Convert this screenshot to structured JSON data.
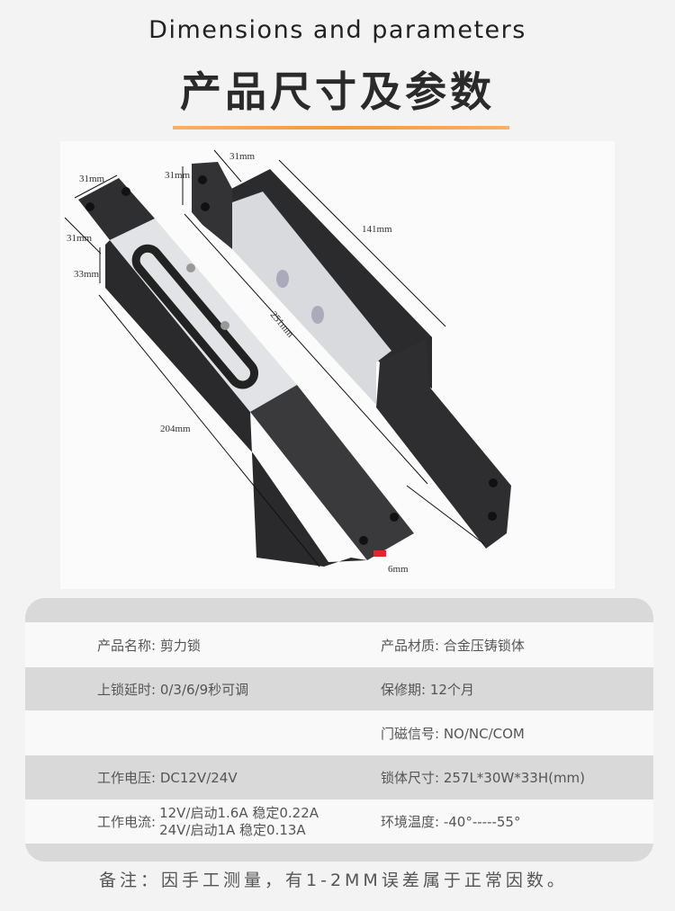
{
  "header": {
    "title_en": "Dimensions and parameters",
    "title_cn": "产品尺寸及参数"
  },
  "photo": {
    "dimensions": {
      "left_width": "31mm",
      "left_plate": "31mm",
      "left_height": "33mm",
      "left_length": "204mm",
      "overall_length": "251mm",
      "right_width": "31mm",
      "right_plate": "31mm",
      "right_length": "141mm",
      "gap": "6mm"
    },
    "colors": {
      "body_dark": "#2e2e30",
      "body_silver": "#dcdde0",
      "marker": "#e8232a"
    }
  },
  "specs": {
    "rows": [
      {
        "left": "产品名称:  剪力锁",
        "right": "产品材质: 合金压铸锁体"
      },
      {
        "left": "上锁延时: 0/3/6/9秒可调",
        "right": "保修期: 12个月"
      },
      {
        "left": "",
        "right": "门磁信号: NO/NC/COM"
      },
      {
        "left": "工作电压: DC12V/24V",
        "right": "锁体尺寸: 257L*30W*33H(mm)"
      }
    ],
    "current": {
      "label": "工作电流:",
      "line1": "12V/启动1.6A 稳定0.22A",
      "line2": "24V/启动1A 稳定0.13A"
    },
    "temperature": "环境温度: -40°-----55°"
  },
  "note": "备注：因手工测量，有1-2MM误差属于正常因数。"
}
